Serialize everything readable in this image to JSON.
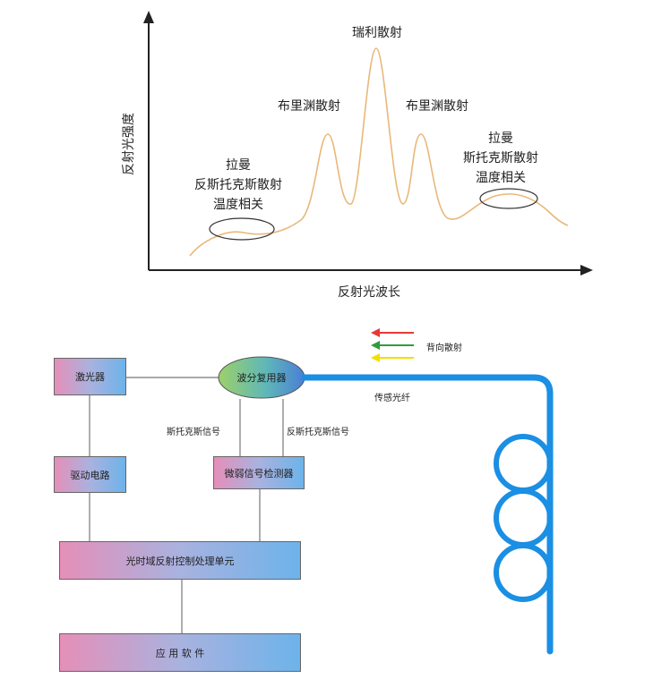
{
  "spectrum": {
    "y_axis_label": "反射光强度",
    "x_axis_label": "反射光波长",
    "rayleigh_label": "瑞利散射",
    "brillouin_left_label": "布里渊散射",
    "brillouin_right_label": "布里渊散射",
    "raman_left": {
      "line1": "拉曼",
      "line2": "反斯托克斯散射",
      "line3": "温度相关"
    },
    "raman_right": {
      "line1": "拉曼",
      "line2": "斯托克斯散射",
      "line3": "温度相关"
    },
    "curve_color": "#e8b87a"
  },
  "system": {
    "laser": "激光器",
    "wdm": "波分复用器",
    "drive_circuit": "驱动电路",
    "weak_signal_detector": "微弱信号检测器",
    "control_unit": "光时域反射控制处理单元",
    "software": "应 用 软 件",
    "stokes_signal": "斯托克斯信号",
    "anti_stokes_signal": "反斯托克斯信号",
    "backscatter_label": "背向散射",
    "fiber_label": "传感光纤",
    "fiber_color": "#1a8fe3",
    "arrow_colors": [
      "#e53935",
      "#2e9d3a",
      "#f2e000"
    ]
  }
}
